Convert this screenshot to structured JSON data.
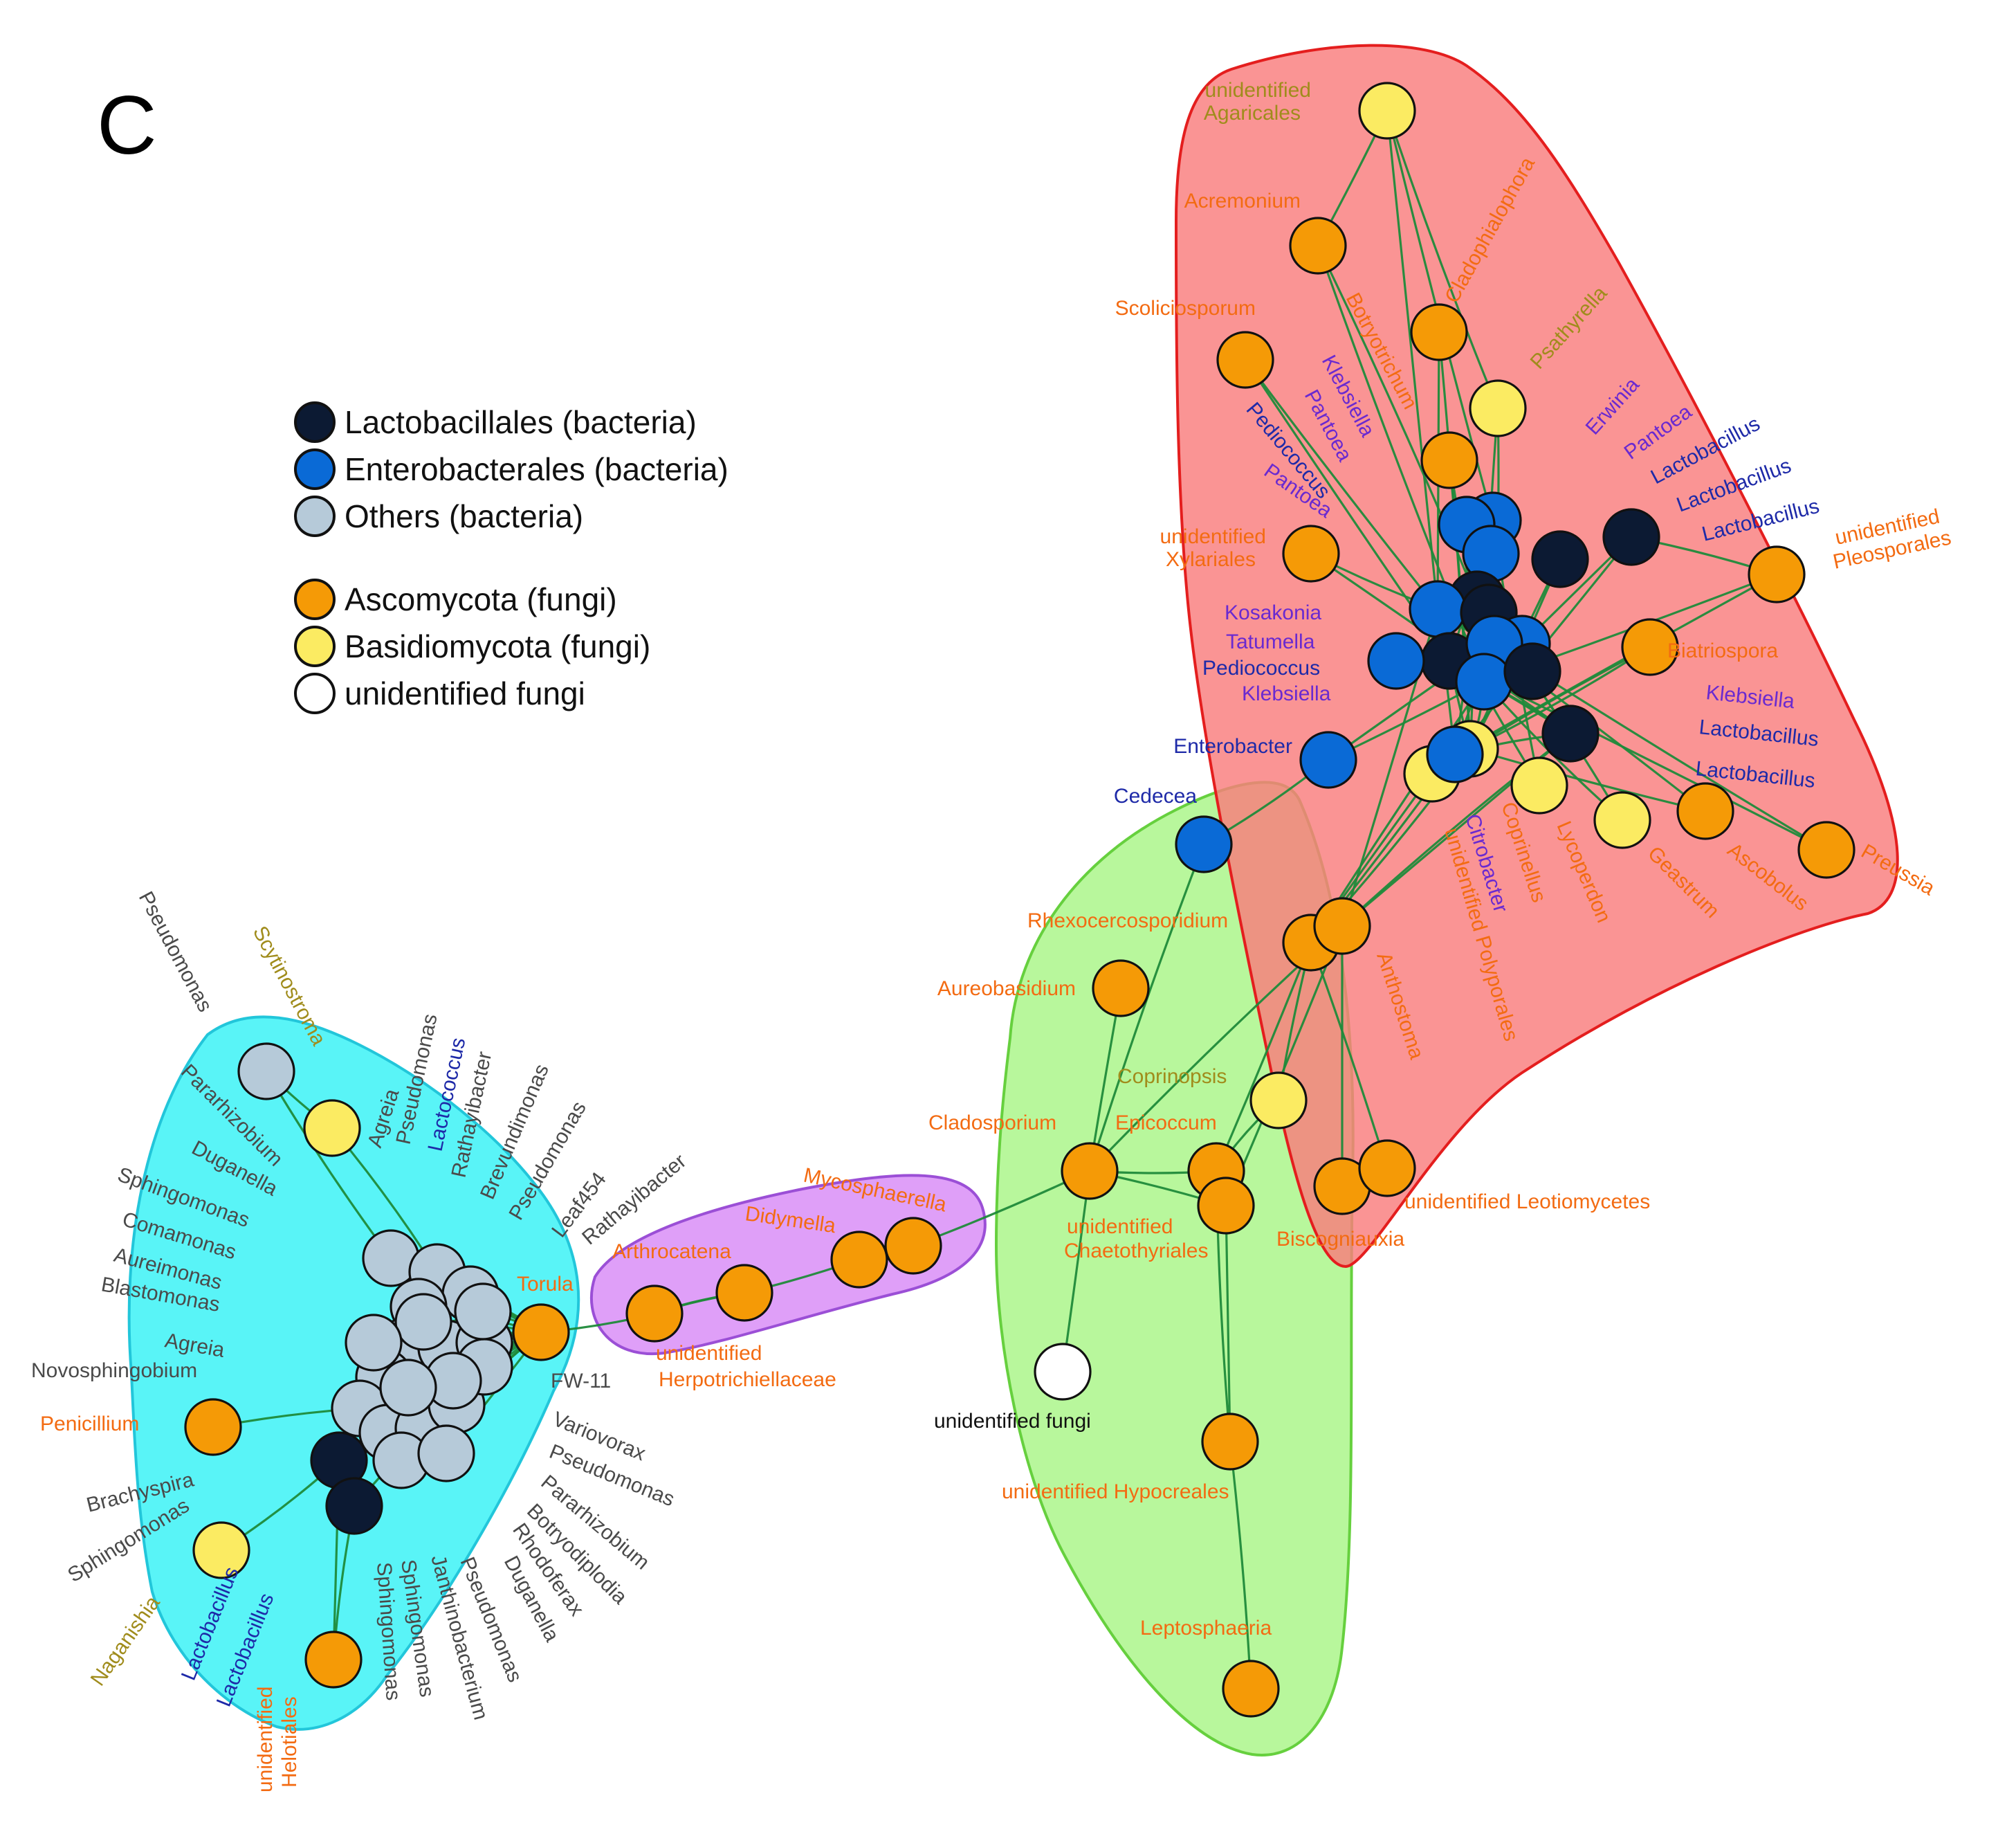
{
  "panel_label": "C",
  "colors": {
    "lactobacillales": "#0c1a33",
    "enterobacterales": "#0a6ad6",
    "others_bacteria": "#b6cad9",
    "ascomycota": "#f59a06",
    "basidiomycota": "#fbeb62",
    "unidentified_fungi": "#ffffff",
    "label_orange": "#f36b12",
    "label_olive": "#a08c1c",
    "label_gray": "#4a4a4a",
    "label_blue": "#1e2aa8",
    "label_purple": "#6a2ad0",
    "label_black": "#111111",
    "edge": "#1f8a3a"
  },
  "legend": [
    {
      "label": "Lactobacillales (bacteria)",
      "color_key": "lactobacillales"
    },
    {
      "label": "Enterobacterales (bacteria)",
      "color_key": "enterobacterales"
    },
    {
      "label": "Others (bacteria)",
      "color_key": "others_bacteria"
    },
    {
      "label": "Ascomycota (fungi)",
      "color_key": "ascomycota"
    },
    {
      "label": "Basidiomycota (fungi)",
      "color_key": "basidiomycota"
    },
    {
      "label": "unidentified  fungi",
      "color_key": "unidentified_fungi"
    }
  ],
  "modules": [
    {
      "name": "module-cyan",
      "fill": "#34f1f5",
      "stroke": "#22c6da"
    },
    {
      "name": "module-purple",
      "fill": "#d88af6",
      "stroke": "#9b4fd6"
    },
    {
      "name": "module-green",
      "fill": "#a8f586",
      "stroke": "#66d03e"
    },
    {
      "name": "module-red",
      "fill": "#f97c7c",
      "stroke": "#e41e1e"
    }
  ],
  "labels": [
    {
      "text": "unidentified",
      "color_key": "label_olive"
    },
    {
      "text": "Agaricales",
      "color_key": "label_olive"
    },
    {
      "text": "Acremonium",
      "color_key": "label_orange"
    },
    {
      "text": "Cladophialophora",
      "color_key": "label_orange"
    },
    {
      "text": "Scoliciosporum",
      "color_key": "label_orange"
    },
    {
      "text": "Botryotrichum",
      "color_key": "label_orange"
    },
    {
      "text": "Psathyrella",
      "color_key": "label_olive"
    },
    {
      "text": "Klebsiella",
      "color_key": "label_purple"
    },
    {
      "text": "Pantoea",
      "color_key": "label_purple"
    },
    {
      "text": "Pediococcus",
      "color_key": "label_blue"
    },
    {
      "text": "Pantoea",
      "color_key": "label_purple"
    },
    {
      "text": "Erwinia",
      "color_key": "label_purple"
    },
    {
      "text": "Pantoea",
      "color_key": "label_purple"
    },
    {
      "text": "Lactobacillus",
      "color_key": "label_blue"
    },
    {
      "text": "Lactobacillus",
      "color_key": "label_blue"
    },
    {
      "text": "Lactobacillus",
      "color_key": "label_blue"
    },
    {
      "text": "unidentified",
      "color_key": "label_orange"
    },
    {
      "text": "Xylariales",
      "color_key": "label_orange"
    },
    {
      "text": "unidentified",
      "color_key": "label_orange"
    },
    {
      "text": "Pleosporales",
      "color_key": "label_orange"
    },
    {
      "text": "Kosakonia",
      "color_key": "label_purple"
    },
    {
      "text": "Tatumella",
      "color_key": "label_purple"
    },
    {
      "text": "Pediococcus",
      "color_key": "label_blue"
    },
    {
      "text": "Klebsiella",
      "color_key": "label_purple"
    },
    {
      "text": "Biatriospora",
      "color_key": "label_orange"
    },
    {
      "text": "Klebsiella",
      "color_key": "label_purple"
    },
    {
      "text": "Lactobacillus",
      "color_key": "label_blue"
    },
    {
      "text": "Lactobacillus",
      "color_key": "label_blue"
    },
    {
      "text": "Enterobacter",
      "color_key": "label_blue"
    },
    {
      "text": "Cedecea",
      "color_key": "label_blue"
    },
    {
      "text": "Citrobacter",
      "color_key": "label_purple"
    },
    {
      "text": "Coprinellus",
      "color_key": "label_orange"
    },
    {
      "text": "unidentified Polyporales",
      "color_key": "label_orange"
    },
    {
      "text": "Lycoperdon",
      "color_key": "label_orange"
    },
    {
      "text": "Geastrum",
      "color_key": "label_orange"
    },
    {
      "text": "Ascobolus",
      "color_key": "label_orange"
    },
    {
      "text": "Preussia",
      "color_key": "label_orange"
    },
    {
      "text": "Rhexocercosporidium",
      "color_key": "label_orange"
    },
    {
      "text": "Aureobasidium",
      "color_key": "label_orange"
    },
    {
      "text": "Anthostoma",
      "color_key": "label_orange"
    },
    {
      "text": "Coprinopsis",
      "color_key": "label_olive"
    },
    {
      "text": "Cladosporium",
      "color_key": "label_orange"
    },
    {
      "text": "Epicoccum",
      "color_key": "label_orange"
    },
    {
      "text": "unidentified",
      "color_key": "label_orange"
    },
    {
      "text": "Chaetothyriales",
      "color_key": "label_orange"
    },
    {
      "text": "Biscogniauxia",
      "color_key": "label_orange"
    },
    {
      "text": "unidentified Leotiomycetes",
      "color_key": "label_orange"
    },
    {
      "text": "unidentified  fungi",
      "color_key": "label_black"
    },
    {
      "text": "unidentified Hypocreales",
      "color_key": "label_orange"
    },
    {
      "text": "Leptosphaeria",
      "color_key": "label_orange"
    },
    {
      "text": "Mycosphaerella",
      "color_key": "label_orange"
    },
    {
      "text": "Didymella",
      "color_key": "label_orange"
    },
    {
      "text": "Arthrocatena",
      "color_key": "label_orange"
    },
    {
      "text": "unidentified",
      "color_key": "label_orange"
    },
    {
      "text": "Herpotrichiellaceae",
      "color_key": "label_orange"
    },
    {
      "text": "Torula",
      "color_key": "label_orange"
    },
    {
      "text": "Pseudomonas",
      "color_key": "label_gray"
    },
    {
      "text": "Scytinostroma",
      "color_key": "label_olive"
    },
    {
      "text": "Pararhizobium",
      "color_key": "label_gray"
    },
    {
      "text": "Duganella",
      "color_key": "label_gray"
    },
    {
      "text": "Sphingomonas",
      "color_key": "label_gray"
    },
    {
      "text": "Comamonas",
      "color_key": "label_gray"
    },
    {
      "text": "Aureimonas",
      "color_key": "label_gray"
    },
    {
      "text": "Blastomonas",
      "color_key": "label_gray"
    },
    {
      "text": "Agreia",
      "color_key": "label_gray"
    },
    {
      "text": "Novosphingobium",
      "color_key": "label_gray"
    },
    {
      "text": "Penicillium",
      "color_key": "label_orange"
    },
    {
      "text": "Brachyspira",
      "color_key": "label_gray"
    },
    {
      "text": "Sphingomonas",
      "color_key": "label_gray"
    },
    {
      "text": "Naganishia",
      "color_key": "label_olive"
    },
    {
      "text": "Lactobacillus",
      "color_key": "label_blue"
    },
    {
      "text": "Lactobacillus",
      "color_key": "label_blue"
    },
    {
      "text": "unidentified",
      "color_key": "label_orange"
    },
    {
      "text": "Helotiales",
      "color_key": "label_orange"
    },
    {
      "text": "Agreia",
      "color_key": "label_gray"
    },
    {
      "text": "Pseudomonas",
      "color_key": "label_gray"
    },
    {
      "text": "Lactococcus",
      "color_key": "label_blue"
    },
    {
      "text": "Rathayibacter",
      "color_key": "label_gray"
    },
    {
      "text": "Brevundimonas",
      "color_key": "label_gray"
    },
    {
      "text": "Pseudomonas",
      "color_key": "label_gray"
    },
    {
      "text": "Leaf454",
      "color_key": "label_gray"
    },
    {
      "text": "Rathayibacter",
      "color_key": "label_gray"
    },
    {
      "text": "FW-11",
      "color_key": "label_gray"
    },
    {
      "text": "Variovorax",
      "color_key": "label_gray"
    },
    {
      "text": "Pseudomonas",
      "color_key": "label_gray"
    },
    {
      "text": "Pararhizobium",
      "color_key": "label_gray"
    },
    {
      "text": "Botryodiplodia",
      "color_key": "label_gray"
    },
    {
      "text": "Rhodoferax",
      "color_key": "label_gray"
    },
    {
      "text": "Duganella",
      "color_key": "label_gray"
    },
    {
      "text": "Pseudomonas",
      "color_key": "label_gray"
    },
    {
      "text": "Janthinobacterium",
      "color_key": "label_gray"
    },
    {
      "text": "Sphingomonas",
      "color_key": "label_gray"
    },
    {
      "text": "Sphingomonas",
      "color_key": "label_gray"
    }
  ],
  "nodes": [
    {
      "name": "node-agaricales",
      "type": "basidiomycota"
    },
    {
      "name": "node-acremonium",
      "type": "ascomycota"
    },
    {
      "name": "node-cladophialophora",
      "type": "ascomycota"
    },
    {
      "name": "node-scoliciosporum",
      "type": "ascomycota"
    },
    {
      "name": "node-psathyrella",
      "type": "basidiomycota"
    },
    {
      "name": "node-botryotrichum",
      "type": "ascomycota"
    },
    {
      "name": "node-xylariales",
      "type": "ascomycota"
    },
    {
      "name": "node-pleosporales",
      "type": "ascomycota"
    },
    {
      "name": "node-biatriospora",
      "type": "ascomycota"
    },
    {
      "name": "node-lacto-1",
      "type": "lactobacillales"
    },
    {
      "name": "node-lacto-2",
      "type": "lactobacillales"
    },
    {
      "name": "node-entero-1",
      "type": "enterobacterales"
    },
    {
      "name": "node-entero-2",
      "type": "enterobacterales"
    },
    {
      "name": "node-entero-3",
      "type": "enterobacterales"
    },
    {
      "name": "node-lacto-3",
      "type": "lactobacillales"
    },
    {
      "name": "node-entero-4",
      "type": "enterobacterales"
    },
    {
      "name": "node-lacto-4",
      "type": "lactobacillales"
    },
    {
      "name": "node-lacto-5",
      "type": "lactobacillales"
    },
    {
      "name": "node-entero-5",
      "type": "enterobacterales"
    },
    {
      "name": "node-entero-6",
      "type": "enterobacterales"
    },
    {
      "name": "node-entero-7",
      "type": "enterobacterales"
    },
    {
      "name": "node-entero-8",
      "type": "enterobacterales"
    },
    {
      "name": "node-lacto-6",
      "type": "lactobacillales"
    },
    {
      "name": "node-lacto-7",
      "type": "lactobacillales"
    },
    {
      "name": "node-basidio-1",
      "type": "basidiomycota"
    },
    {
      "name": "node-basidio-2",
      "type": "basidiomycota"
    },
    {
      "name": "node-entero-9",
      "type": "enterobacterales"
    },
    {
      "name": "node-lycoperdon",
      "type": "basidiomycota"
    },
    {
      "name": "node-geastrum",
      "type": "basidiomycota"
    },
    {
      "name": "node-ascobolus",
      "type": "ascomycota"
    },
    {
      "name": "node-preussia",
      "type": "ascomycota"
    },
    {
      "name": "node-enterobacter",
      "type": "enterobacterales"
    },
    {
      "name": "node-cedecea",
      "type": "enterobacterales"
    },
    {
      "name": "node-anthostoma-1",
      "type": "ascomycota"
    },
    {
      "name": "node-anthostoma-2",
      "type": "ascomycota"
    },
    {
      "name": "node-rhexocercosporidium",
      "type": "ascomycota"
    },
    {
      "name": "node-coprinopsis",
      "type": "basidiomycota"
    },
    {
      "name": "node-cladosporium",
      "type": "ascomycota"
    },
    {
      "name": "node-epicoccum",
      "type": "ascomycota"
    },
    {
      "name": "node-chaetothyriales",
      "type": "ascomycota"
    },
    {
      "name": "node-biscogniauxia",
      "type": "ascomycota"
    },
    {
      "name": "node-leotiomycetes",
      "type": "ascomycota"
    },
    {
      "name": "node-unidentified-fungi",
      "type": "unidentified_fungi"
    },
    {
      "name": "node-hypocreales",
      "type": "ascomycota"
    },
    {
      "name": "node-leptosphaeria",
      "type": "ascomycota"
    },
    {
      "name": "node-mycosphaerella",
      "type": "ascomycota"
    },
    {
      "name": "node-didymella",
      "type": "ascomycota"
    },
    {
      "name": "node-arthrocatena",
      "type": "ascomycota"
    },
    {
      "name": "node-herpotrichiellaceae",
      "type": "ascomycota"
    },
    {
      "name": "node-torula",
      "type": "ascomycota"
    },
    {
      "name": "node-pseudomonas-top",
      "type": "others_bacteria"
    },
    {
      "name": "node-scytinostroma",
      "type": "basidiomycota"
    },
    {
      "name": "node-penicillium",
      "type": "ascomycota"
    },
    {
      "name": "node-naganishia",
      "type": "basidiomycota"
    },
    {
      "name": "node-helotiales",
      "type": "ascomycota"
    },
    {
      "name": "node-lacto-left-1",
      "type": "lactobacillales"
    },
    {
      "name": "node-lacto-left-2",
      "type": "lactobacillales"
    },
    {
      "name": "node-other-1",
      "type": "others_bacteria"
    },
    {
      "name": "node-other-2",
      "type": "others_bacteria"
    },
    {
      "name": "node-other-3",
      "type": "others_bacteria"
    },
    {
      "name": "node-other-4",
      "type": "others_bacteria"
    },
    {
      "name": "node-other-5",
      "type": "others_bacteria"
    },
    {
      "name": "node-other-6",
      "type": "others_bacteria"
    },
    {
      "name": "node-other-7",
      "type": "others_bacteria"
    },
    {
      "name": "node-other-8",
      "type": "others_bacteria"
    },
    {
      "name": "node-other-9",
      "type": "others_bacteria"
    },
    {
      "name": "node-other-10",
      "type": "others_bacteria"
    },
    {
      "name": "node-other-11",
      "type": "others_bacteria"
    },
    {
      "name": "node-other-12",
      "type": "others_bacteria"
    },
    {
      "name": "node-other-13",
      "type": "others_bacteria"
    },
    {
      "name": "node-other-14",
      "type": "others_bacteria"
    },
    {
      "name": "node-other-15",
      "type": "others_bacteria"
    },
    {
      "name": "node-other-16",
      "type": "others_bacteria"
    },
    {
      "name": "node-other-17",
      "type": "others_bacteria"
    },
    {
      "name": "node-other-18",
      "type": "others_bacteria"
    },
    {
      "name": "node-other-19",
      "type": "others_bacteria"
    },
    {
      "name": "node-other-20",
      "type": "others_bacteria"
    }
  ]
}
